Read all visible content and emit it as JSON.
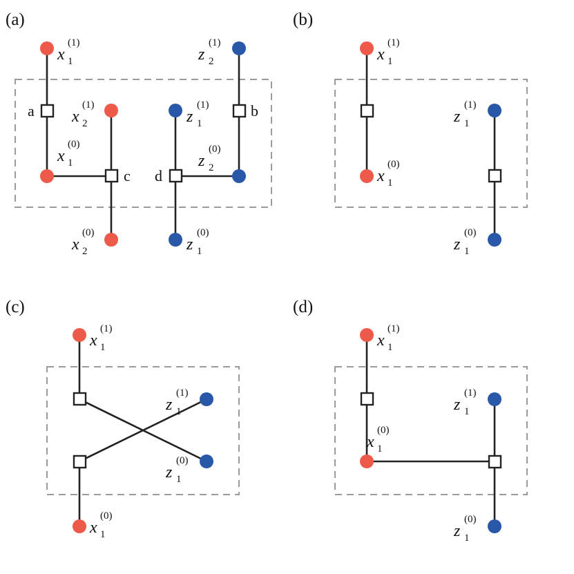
{
  "colors": {
    "x_node": "#ee5a4a",
    "z_node": "#2a58a8",
    "edge": "#222222",
    "box": "#9a9a9a"
  },
  "panels": [
    {
      "label": "(a)"
    },
    {
      "label": "(b)"
    },
    {
      "label": "(c)"
    },
    {
      "label": "(d)"
    }
  ],
  "factor_tags": {
    "a": "a",
    "b": "b",
    "c": "c",
    "d": "d"
  },
  "nodes": {
    "x1_1": {
      "base": "x",
      "sub": "1",
      "sup": "(1)"
    },
    "x1_0": {
      "base": "x",
      "sub": "1",
      "sup": "(0)"
    },
    "x2_1": {
      "base": "x",
      "sub": "2",
      "sup": "(1)"
    },
    "x2_0": {
      "base": "x",
      "sub": "2",
      "sup": "(0)"
    },
    "z1_1": {
      "base": "z",
      "sub": "1",
      "sup": "(1)"
    },
    "z1_0": {
      "base": "z",
      "sub": "1",
      "sup": "(0)"
    },
    "z2_1": {
      "base": "z",
      "sub": "2",
      "sup": "(1)"
    },
    "z2_0": {
      "base": "z",
      "sub": "2",
      "sup": "(0)"
    }
  }
}
